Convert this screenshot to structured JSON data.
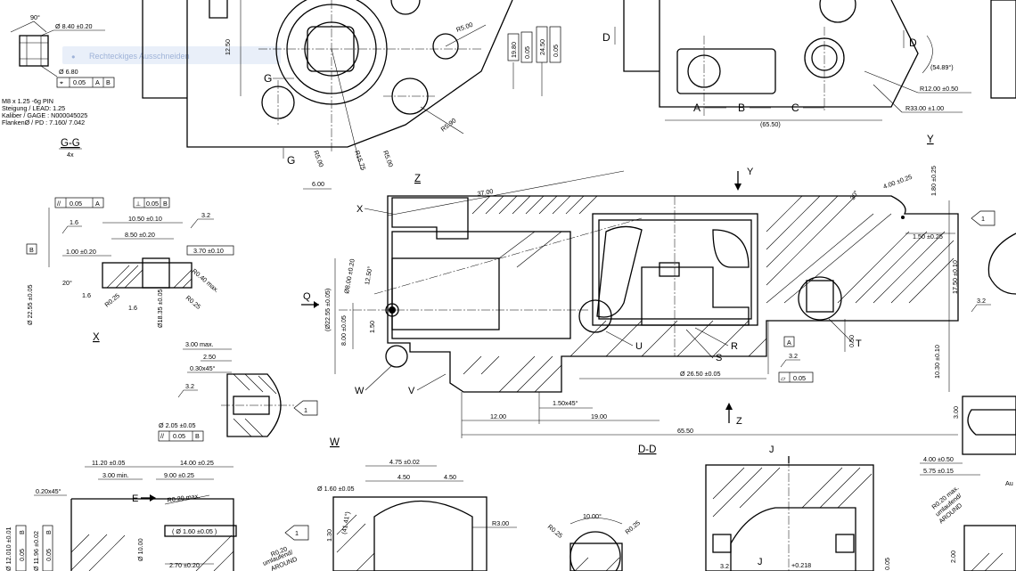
{
  "views": {
    "gg": {
      "title": "G-G",
      "scale": "4x"
    },
    "x": {
      "title": "X"
    },
    "w": {
      "title": "W"
    },
    "z": {
      "title": "Z"
    },
    "y": {
      "title": "Y"
    },
    "dd": {
      "title": "D-D"
    }
  },
  "thread_note": [
    "M8 x 1.25 -6g PIN",
    "Steigung / LEAD: 1.25",
    "Kaliber / GAGE  : N000045025",
    "FlankenØ / PD  : 7.160/ 7.042"
  ],
  "ghost_tooltip": "Rechteckiges Ausschneiden",
  "section_markers": {
    "a": "A",
    "b": "B",
    "c": "C",
    "d": "D",
    "g": "G",
    "e": "E",
    "j": "J",
    "q": "Q",
    "y": "Y",
    "z": "Z",
    "t": "T",
    "u": "U",
    "r": "R",
    "s": "S",
    "v": "V",
    "w": "W",
    "x": "X"
  },
  "dimensions": {
    "gg_angle": "90°",
    "gg_dia_top": "Ø 8.40 ±0.20",
    "gg_dia_bot": "Ø 6.80",
    "gg_pos": "0.05",
    "gg_ref_a": "A",
    "gg_ref_b": "B",
    "v12_50": "12.50",
    "r5_00": "R5.00",
    "r5_90": "R5.90",
    "r5_00b": "R5.00",
    "r5_00c": "R5.00",
    "r15_75": "R15.75",
    "d6_00": "6.00",
    "d19_80": "19.80",
    "d24_50": "24.50",
    "tol_005a": "0.05",
    "tol_005b": "0.05",
    "ref_b1": "B",
    "ref_b2": "B",
    "ang_54": "(54.89°)",
    "r12": "R12.00 ±0.50",
    "r33": "R33.00 ±1.00",
    "d65_top": "(65.50)",
    "x_par": "0.05",
    "x_par_ref": "A",
    "x_perp": "0.05",
    "x_perp_ref": "B",
    "x_ra1": "1.6",
    "x_ra2": "3.2",
    "x_ra3": "1.6",
    "x_ra4": "1.6",
    "x_10_50": "10.50 ±0.10",
    "x_8_50": "8.50 ±0.20",
    "x_1_00": "1.00 ±0.20",
    "x_3_70": "3.70 ±0.10",
    "x_ref_b": "B",
    "x_20": "20°",
    "x_r025a": "R0.25",
    "x_r025b": "R0.25",
    "x_r040": "R0.40 max.",
    "x_22_55": "Ø 22.55 ±0.05",
    "x_18_35": "Ø18.35 ±0.05",
    "w_3max": "3.00 max.",
    "w_2_50": "2.50",
    "w_030": "0.30x45°",
    "w_ra": "3.2",
    "w_205": "Ø 2.05 ±0.05",
    "w_par": "0.05",
    "w_par_ref": "B",
    "w_tag": "1",
    "z_37": "37.00",
    "z_8_00": "Ø8.00 ±0.20",
    "z_12_50": "12.50°",
    "z_22_55": "(Ø22.55 ±0.05)",
    "z_8": "8.00 ±0.05",
    "z_1_50": "1.50",
    "z_26_50": "Ø 26.50 ±0.05",
    "z_15045": "1.50x45°",
    "z_12": "12.00",
    "z_19": "19.00",
    "z_65_50": "65.50",
    "z_ref_a": "A",
    "z_ra": "3.2",
    "z_flat": "0.05",
    "z_0_50": "0.50",
    "z_30": "30°",
    "z_4_00": "4.00 ±0.25",
    "z_1_80": "1.80 ±0.25",
    "z_1_50b": "1.50 ±0.25",
    "z_17_50": "17.50 ±0.10",
    "z_10_30": "10.30 ±0.10",
    "z_tag": "1",
    "z_ra2": "3.2",
    "r_4_00": "4.00 ±0.50",
    "r_5_75": "5.75 ±0.15",
    "r_3_00": "3.00",
    "r_r020": "R0.20 max.",
    "r_r020b": "umlaufend/",
    "r_r020c": "AROUND",
    "r_2_00": "2.00",
    "r_au": "Au",
    "b_11_20": "11.20 ±0.05",
    "b_14_00": "14.00 ±0.25",
    "b_3min": "3.00 min.",
    "b_9_00": "9.00 ±0.25",
    "b_020": "0.20x45°",
    "b_r020": "R0.20 max.",
    "b_160": "( Ø 1.60 ±0.05 )",
    "b_dia10": "Ø 10.00",
    "b_2_70": "2.70 ±0.20",
    "b_12_01": "Ø 12.010 ±0.01",
    "b_11_96": "Ø 11.96 ±0.02",
    "b_005": "0.05",
    "b_005b": "0.05",
    "b_refb": "B",
    "b_refb2": "B",
    "b_r020u1": "R0.20",
    "b_r020u2": "umlaufend/",
    "b_r020u3": "AROUND",
    "b_tag": "1",
    "c_4_75": "4.75 ±0.02",
    "c_4_50a": "4.50",
    "c_4_50b": "4.50",
    "c_160": "Ø 1.60 ±0.05",
    "c_41": "(41.41°)",
    "c_1_30": "1.30",
    "c_r3": "R3.00",
    "d_10": "10.00°",
    "d_r025a": "R0.25",
    "d_r025b": "R0.25",
    "e_ra": "3.2",
    "e_0218": "+0.218",
    "e_005": "0.05"
  }
}
